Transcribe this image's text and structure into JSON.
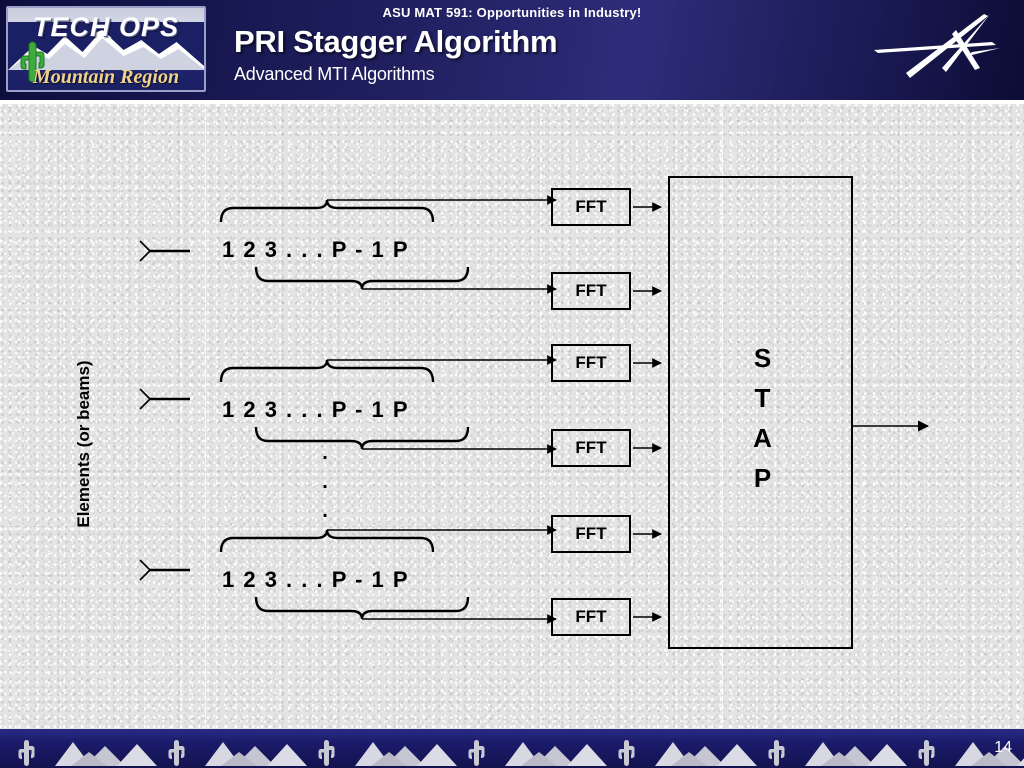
{
  "header": {
    "kicker": "ASU MAT 591: Opportunities in Industry!",
    "title": "PRI Stagger Algorithm",
    "subtitle": "Advanced MTI Algorithms",
    "bg_color": "#1a1a5c",
    "text_color": "#ffffff"
  },
  "logo": {
    "line1": "TECH OPS",
    "line2": "Mountain Region",
    "cactus_color": "#3faa3f",
    "mountain_color": "#d6d6de",
    "sky_color": "#1b1f63",
    "text_color": "#ffffff",
    "accent_color": "#f0d48a"
  },
  "star_logo": {
    "name": "lockheed-star-logo",
    "color": "#ffffff"
  },
  "footer": {
    "page_number": "14",
    "bg_color": "#1b1b6b",
    "motif_color": "#d0d0d8",
    "cactus_color": "#c9c9d4"
  },
  "diagram": {
    "axis_label": "Elements (or beams)",
    "stap_label": "S\nT\nA\nP",
    "stap_letters": [
      "S",
      "T",
      "A",
      "P"
    ],
    "fft_label": "FFT",
    "fft_count": 6,
    "element_rows": 3,
    "pulse_sequence": "1  2  3 . . . P - 1  P",
    "vertical_ellipsis": ".\n.\n.",
    "line_color": "#000000",
    "background_color": "#e4e4e4",
    "rows": [
      {
        "index": 1,
        "label": "1  2  3 . . . P - 1  P",
        "antenna": "antenna-element-1",
        "top_brace": "pulses 1..P-1",
        "bottom_brace": "pulses 2..P",
        "fft_top": "FFT",
        "fft_bottom": "FFT"
      },
      {
        "index": 2,
        "label": "1  2  3 . . . P - 1  P",
        "antenna": "antenna-element-2",
        "top_brace": "pulses 1..P-1",
        "bottom_brace": "pulses 2..P",
        "fft_top": "FFT",
        "fft_bottom": "FFT"
      },
      {
        "index": 3,
        "label": "1  2  3 . . . P - 1  P",
        "antenna": "antenna-element-3",
        "top_brace": "pulses 1..P-1",
        "bottom_brace": "pulses 2..P",
        "fft_top": "FFT",
        "fft_bottom": "FFT"
      }
    ],
    "fft_boxes": [
      {
        "label": "FFT",
        "row": 1,
        "position": "top"
      },
      {
        "label": "FFT",
        "row": 1,
        "position": "bottom"
      },
      {
        "label": "FFT",
        "row": 2,
        "position": "top"
      },
      {
        "label": "FFT",
        "row": 2,
        "position": "bottom"
      },
      {
        "label": "FFT",
        "row": 3,
        "position": "top"
      },
      {
        "label": "FFT",
        "row": 3,
        "position": "bottom"
      }
    ]
  }
}
